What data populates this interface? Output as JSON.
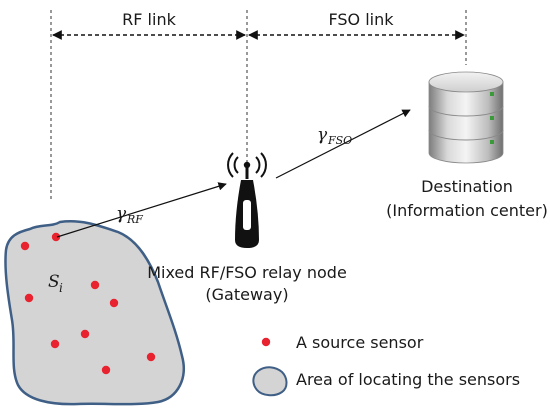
{
  "top_links": {
    "rf_label": "RF link",
    "fso_label": "FSO link"
  },
  "gamma_fso": {
    "symbol": "γ",
    "subscript": "FSO"
  },
  "gamma_rf": {
    "symbol": "γ",
    "subscript": "RF"
  },
  "source_label": {
    "symbol": "S",
    "subscript": "i"
  },
  "destination": {
    "line1": "Destination",
    "line2": "(Information center)"
  },
  "relay": {
    "line1": "Mixed RF/FSO relay node",
    "line2": "(Gateway)"
  },
  "legend": {
    "sensor_label": "A source sensor",
    "area_label": "Area of locating the sensors"
  },
  "colors": {
    "sensor_dot": "#e8222e",
    "area_fill": "#d4d4d4",
    "area_stroke": "#3f5f86",
    "line": "#111111"
  },
  "icons": {
    "relay": "antenna-tower-icon",
    "destination": "database-icon"
  }
}
